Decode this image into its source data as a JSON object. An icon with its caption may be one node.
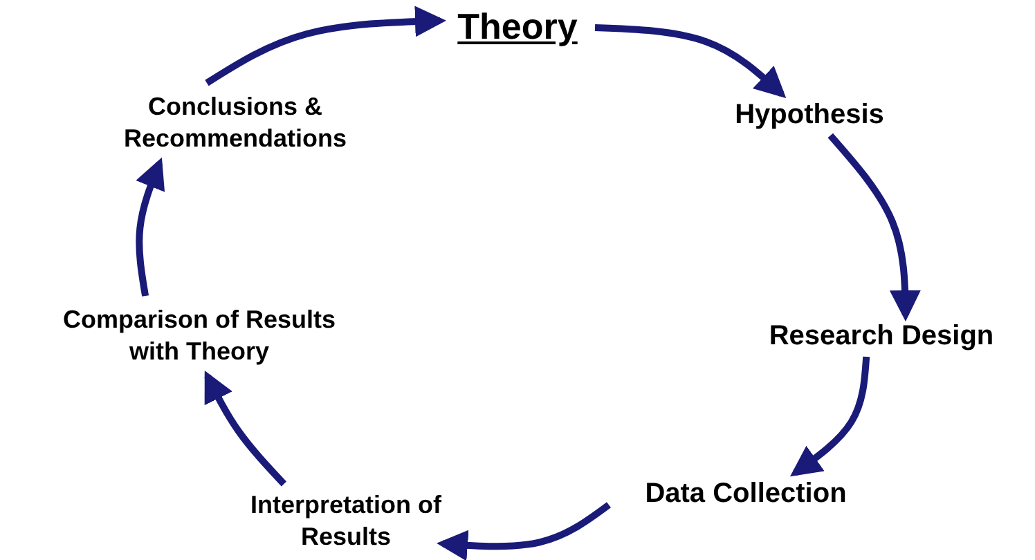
{
  "diagram": {
    "nodes": [
      {
        "text": [
          "Theory"
        ]
      },
      {
        "text": [
          "Hypothesis"
        ]
      },
      {
        "text": [
          "Research Design"
        ]
      },
      {
        "text": [
          "Data Collection"
        ]
      },
      {
        "text": [
          "Interpretation of Results"
        ]
      },
      {
        "text": [
          "Comparison of Results with Theory"
        ]
      },
      {
        "text": [
          "Conclusions & Recommendations"
        ]
      }
    ],
    "edges": [
      {
        "from": 0,
        "to": 1,
        "arrow": "to"
      },
      {
        "from": 1,
        "to": 2,
        "arrow": "to"
      },
      {
        "from": 2,
        "to": 3,
        "arrow": "to"
      },
      {
        "from": 3,
        "to": 4,
        "arrow": "to"
      },
      {
        "from": 4,
        "to": 5,
        "arrow": "to"
      },
      {
        "from": 5,
        "to": 6,
        "arrow": "to"
      },
      {
        "from": 6,
        "to": 0,
        "arrow": "to"
      }
    ]
  }
}
